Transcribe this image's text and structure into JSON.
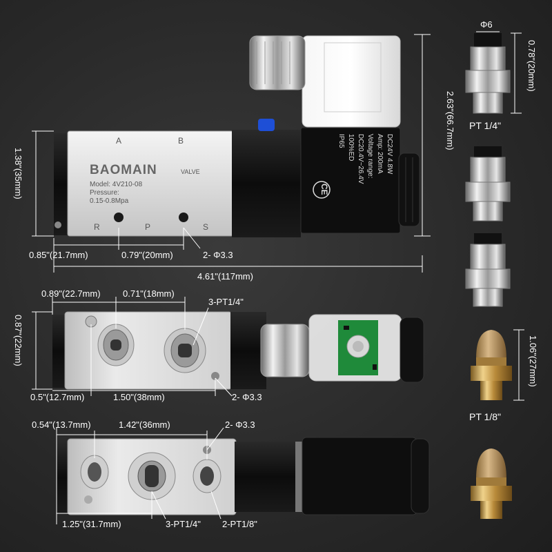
{
  "valve_top": {
    "port_a": "A",
    "port_b": "B",
    "brand": "BAOMAIN",
    "valve_word": "VALVE",
    "model": "Model: 4V210-08",
    "pressure_label": "Pressure:",
    "pressure_value": "0.15-0.8Mpa",
    "port_r": "R",
    "port_p": "P",
    "port_s": "S",
    "coil_lines": [
      "DC24V         4.8W",
      "Amp:        200mA",
      "Voltage   range:",
      "DC20.4V~26.4V",
      "100%ED",
      "IP65"
    ],
    "ce_mark": "CE"
  },
  "dimensions": {
    "height_top": "1.38\"(35mm)",
    "total_height": "2.63\"(66.7mm)",
    "dim_0_85": "0.85\"(21.7mm)",
    "dim_0_79": "0.79\"(20mm)",
    "hole_top": "2- Φ3.3",
    "total_length": "4.61\"(117mm)",
    "dim_0_89": "0.89\"(22.7mm)",
    "dim_0_71": "0.71\"(18mm)",
    "port_mid": "3-PT1/4\"",
    "height_mid": "0.87\"(22mm)",
    "dim_0_5": "0.5\"(12.7mm)",
    "dim_1_50": "1.50\"(38mm)",
    "hole_mid": "2- Φ3.3",
    "dim_0_54": "0.54\"(13.7mm)",
    "dim_1_42": "1.42\"(36mm)",
    "hole_bot": "2- Φ3.3",
    "dim_1_25": "1.25\"(31.7mm)",
    "port_bot_a": "3-PT1/4\"",
    "port_bot_b": "2-PT1/8\""
  },
  "fittings": {
    "diameter": "Φ6",
    "fitting_height": "0.78\"(20mm)",
    "thread_label": "PT 1/4\"",
    "muffler_height": "1.06\"(27mm)",
    "muffler_thread": "PT 1/8\""
  },
  "colors": {
    "background": "#2a2a2a",
    "valve_body": "#e4e4e4",
    "black_part": "#111111",
    "brass": "#c9a45a",
    "port_blue": "#1e4fd6"
  }
}
